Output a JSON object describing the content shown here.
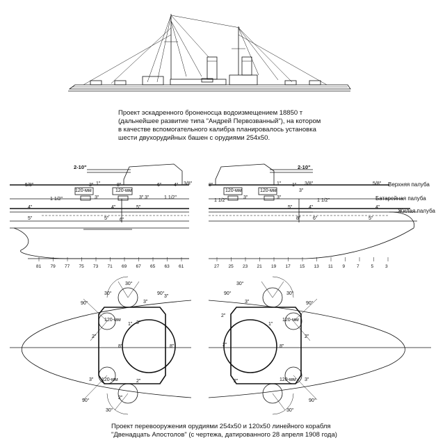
{
  "caption_top": [
    "Проект эскадренного броненосца водоизмещением 18850 т",
    "(дальнейшее развитие типа \"Андрей Первозванный\"), на котором",
    "в качестве вспомогательного калибра планировалось установка",
    "шести двухорудийных башен с орудиями 254х50."
  ],
  "caption_bottom": [
    "Проект перевооружения орудиями 254х50 и 120х50 линейного корабля",
    "\"Двенадцать Апостолов\" (с чертежа, датированного 28 апреля 1908 года)"
  ],
  "deck_labels": {
    "upper": "Верхняя палуба",
    "battery": "Батарейная палуба",
    "living": "Жилая палуба"
  },
  "frames_left": [
    "81",
    "79",
    "77",
    "75",
    "73",
    "71",
    "69",
    "67",
    "65",
    "63",
    "61"
  ],
  "frames_right": [
    "27",
    "25",
    "23",
    "21",
    "19",
    "17",
    "15",
    "13",
    "11",
    "9",
    "7",
    "5",
    "3"
  ],
  "armor_left": {
    "turret": "2-10\"",
    "gun_120_a": "120-мм",
    "gun_120_b": "120-мм",
    "t1": "5/8\"",
    "t2": "1\"",
    "t3": "8\"",
    "t4": "6\"",
    "t5": "4\"",
    "t6": "3/8\"",
    "t7": "1 1/2\"",
    "t8": "3\"",
    "t9": "3\"",
    "t10": "1 1/2\"",
    "t11": "3\"",
    "b4a": "4\"",
    "b4b": "4\"",
    "b5a": "5\"",
    "b5b": "5\"",
    "b5c": "5\"",
    "b6": "6\"",
    "b3": "3\""
  },
  "armor_right": {
    "turret": "2-10\"",
    "gun_120_a": "120-мм",
    "gun_120_b": "120-мм",
    "t1": "8\"",
    "t2": "1\"",
    "t3": "3/8\"",
    "t4": "5/8\"",
    "t5": "1 1/2\"",
    "t6": "1\"",
    "t7": "3\"",
    "t8": "3\"",
    "t9": "1 1/2\"",
    "t10": "3\"",
    "b5a": "5\"",
    "b4a": "4\"",
    "b4b": "4\"",
    "b5b": "5\"",
    "b6": "6\"",
    "b8": "8\""
  },
  "plan_left": {
    "ang1": "30°",
    "ang2": "90°",
    "ang3": "90°",
    "ang4": "30°",
    "ang5": "90°",
    "ang6": "30°",
    "gun_a": "120-мм",
    "gun_b": "120-мм",
    "a1": "3\"",
    "a2": "3\"",
    "a3": "1\"",
    "a4": "2\"",
    "a5": "8\"",
    "a6": "8\"",
    "a7": "2\"",
    "a8": "3\"",
    "a9": "3\"",
    "a10": "2\""
  },
  "plan_right": {
    "ang1": "30°",
    "ang2": "90°",
    "ang3": "90°",
    "ang4": "30°",
    "ang5": "90°",
    "ang6": "30°",
    "gun_a": "120-мм",
    "gun_b": "120-мм",
    "a1": "3\"",
    "a2": "2\"",
    "a3": "1\"",
    "a4": "2\"",
    "a5": "8\"",
    "a6": "2\"",
    "a7": "3\"",
    "a8": "2\""
  }
}
